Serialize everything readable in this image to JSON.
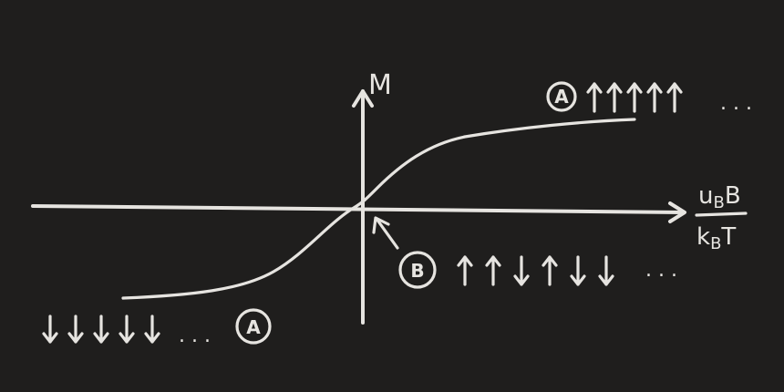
{
  "axes": {
    "y_label": "M",
    "x_label_numerator": "u",
    "x_label_numerator_sub": "B",
    "x_label_numerator_tail": "B",
    "x_label_denominator": "k",
    "x_label_denominator_sub": "B",
    "x_label_denominator_tail": "T"
  },
  "curve": {
    "shape": "sigmoid",
    "passes_through_origin": true
  },
  "annotations": {
    "top_right": {
      "marker": "A",
      "spins": [
        "up",
        "up",
        "up",
        "up",
        "up"
      ],
      "ellipsis": ". . ."
    },
    "middle": {
      "marker": "B",
      "spins": [
        "up",
        "up",
        "down",
        "up",
        "down",
        "down"
      ],
      "ellipsis": ". . ."
    },
    "bottom_left": {
      "marker": "A",
      "spins": [
        "down",
        "down",
        "down",
        "down",
        "down"
      ],
      "ellipsis": ". . ."
    }
  },
  "colors": {
    "background": "#1f1e1d",
    "ink": "#e6e4e0"
  }
}
